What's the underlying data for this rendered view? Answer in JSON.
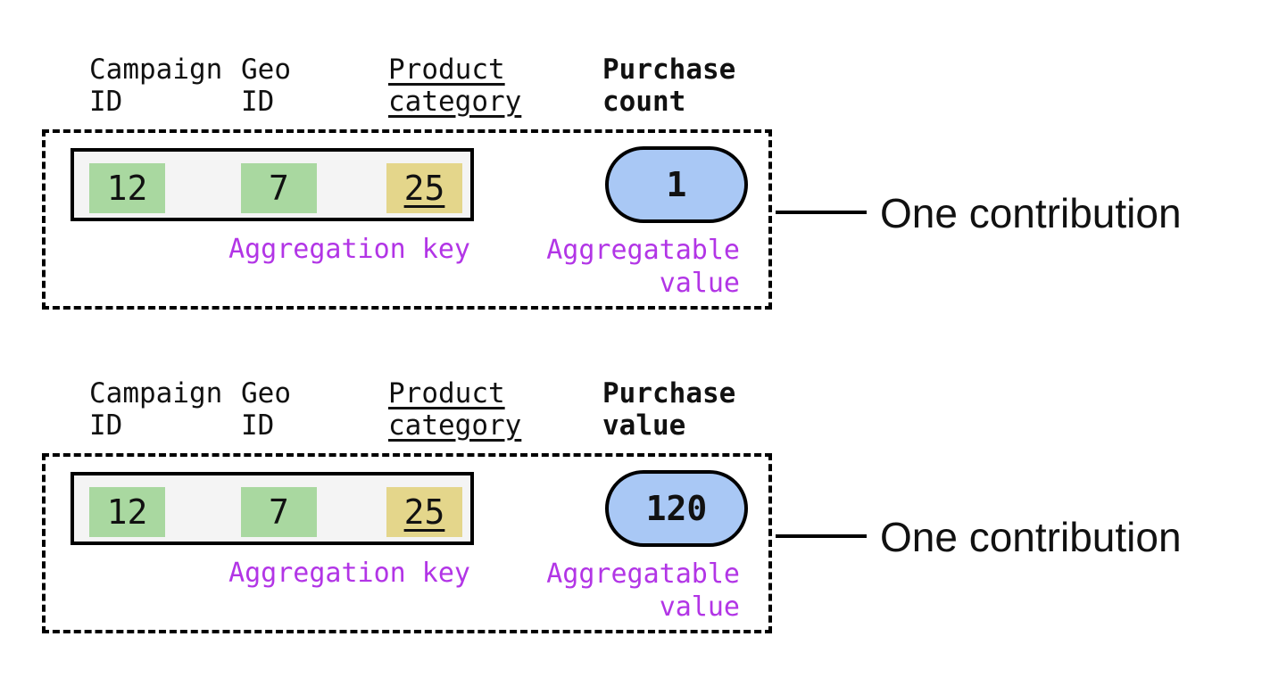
{
  "colors": {
    "key_highlight_green": "#a9d8a0",
    "key_highlight_yellow": "#e4d68b",
    "value_pill_blue": "#a9c8f5",
    "annotation_purple": "#b235e6",
    "line_black": "#000000",
    "record_background": "#f4f4f4"
  },
  "contributions": [
    {
      "headers": {
        "campaign": "Campaign\nID",
        "geo": "Geo\nID",
        "product": "Product\ncategory",
        "metric": "Purchase\ncount"
      },
      "record": {
        "campaign_id": "12",
        "geo_id": "7",
        "product_category": "25"
      },
      "aggregatable_value": "1",
      "labels": {
        "aggregation_key": "Aggregation key",
        "aggregatable_value": "Aggregatable\nvalue",
        "callout": "One contribution"
      }
    },
    {
      "headers": {
        "campaign": "Campaign\nID",
        "geo": "Geo\nID",
        "product": "Product\ncategory",
        "metric": "Purchase\nvalue"
      },
      "record": {
        "campaign_id": "12",
        "geo_id": "7",
        "product_category": "25"
      },
      "aggregatable_value": "120",
      "labels": {
        "aggregation_key": "Aggregation key",
        "aggregatable_value": "Aggregatable\nvalue",
        "callout": "One contribution"
      }
    }
  ]
}
